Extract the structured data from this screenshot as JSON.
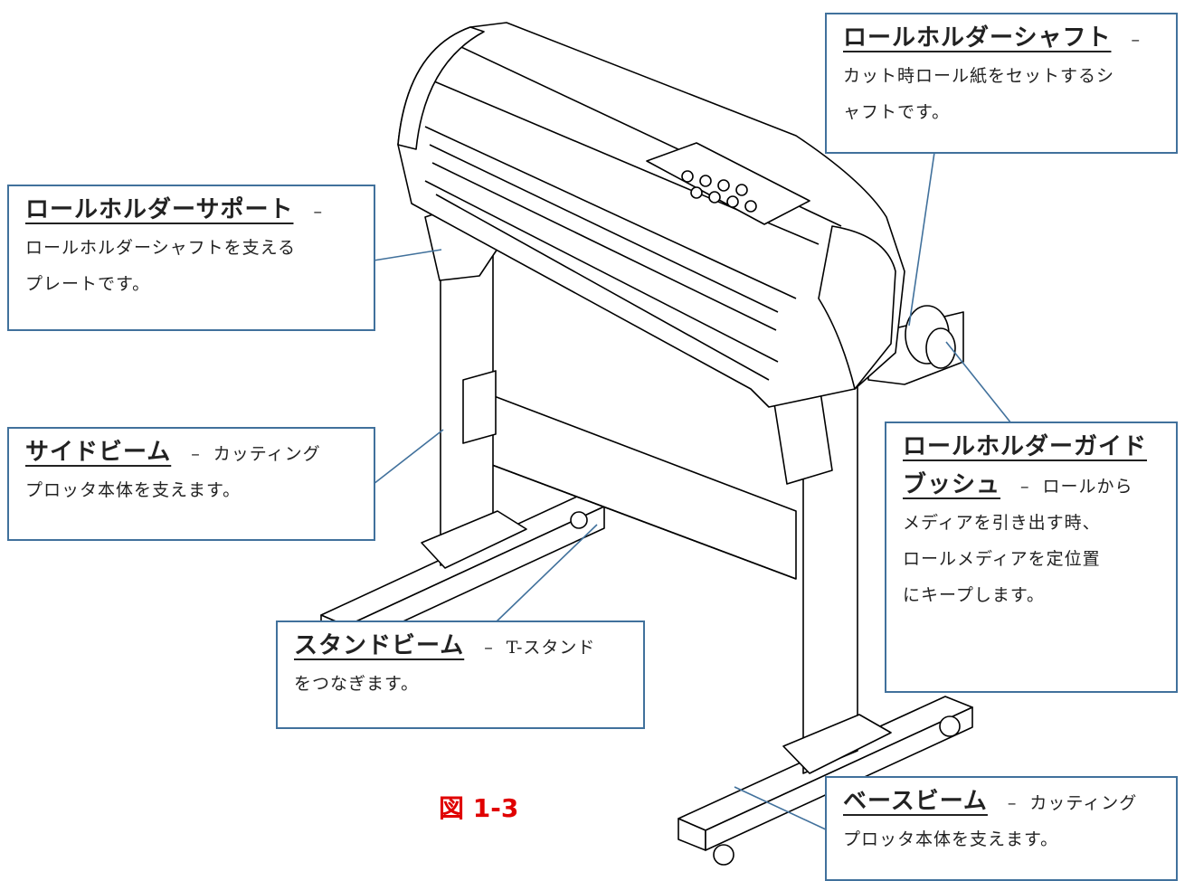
{
  "callouts": {
    "shaft": {
      "title": "ロールホルダーシャフト",
      "dash": "–",
      "line1": "カット時ロール紙をセットするシ",
      "line2": "ャフトです。"
    },
    "support": {
      "title": "ロールホルダーサポート",
      "dash": "–",
      "line1": "ロールホルダーシャフトを支える",
      "line2": "プレートです。"
    },
    "side": {
      "title": "サイドビーム",
      "dash": "–",
      "line1_tail": "カッティング",
      "line2": "プロッタ本体を支えます。"
    },
    "guide": {
      "title_a": "ロールホルダーガイド",
      "title_b": "ブッシュ",
      "dash": "–",
      "line1_tail": "ロールから",
      "line2": "メディアを引き出す時、",
      "line3": "ロールメディアを定位置",
      "line4": "にキープします。"
    },
    "stand": {
      "title": "スタンドビーム",
      "dash": "–",
      "line1_tail": "T-スタンド",
      "line2": "をつなぎます。"
    },
    "base": {
      "title": "ベースビーム",
      "dash": "–",
      "line1_tail": "カッティング",
      "line2": "プロッタ本体を支えます。"
    }
  },
  "caption": "図 1-3",
  "colors": {
    "callout_border": "#41719c",
    "leader": "#41719c",
    "caption": "#e00000",
    "drawing_line": "#000000"
  }
}
